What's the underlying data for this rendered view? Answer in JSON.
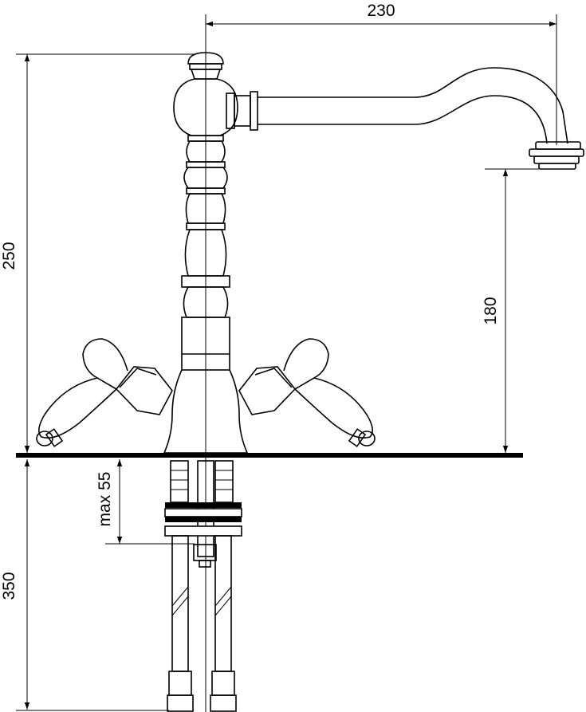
{
  "dimensions": {
    "spout_reach": "230",
    "total_height": "250",
    "spout_height": "180",
    "max_counter_thickness": "max 55",
    "hose_length": "350"
  }
}
